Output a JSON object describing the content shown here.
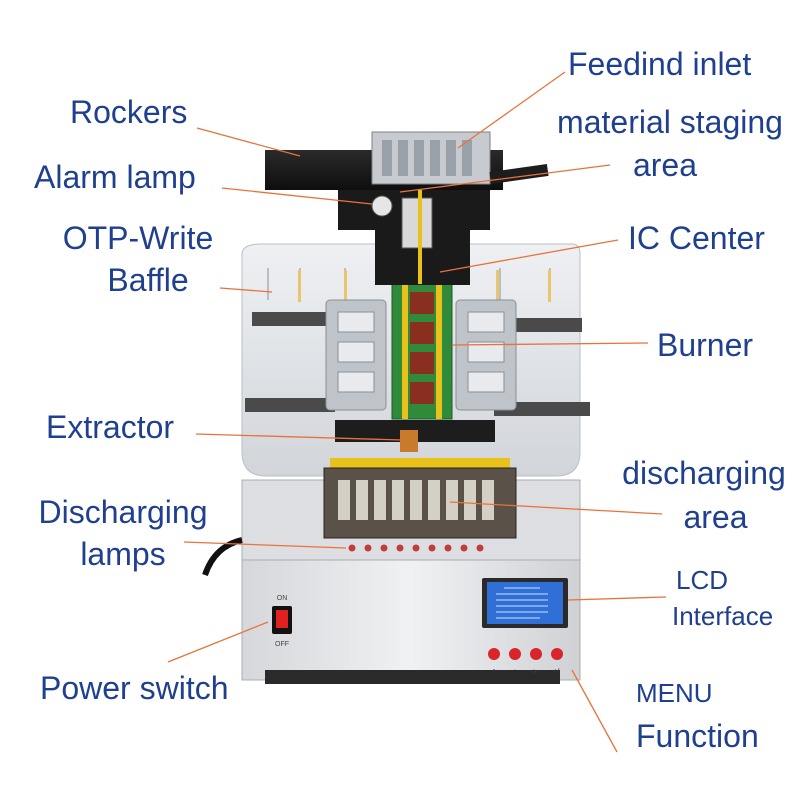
{
  "labels": {
    "feeding_inlet": "Feedind inlet",
    "rockers": "Rockers",
    "material_staging_1": "material staging",
    "material_staging_2": "area",
    "alarm_lamp": "Alarm lamp",
    "otp_write_1": "OTP-Write",
    "otp_write_2": "Baffle",
    "ic_center": "IC Center",
    "burner": "Burner",
    "extractor": "Extractor",
    "discharging_area_1": "discharging",
    "discharging_area_2": "area",
    "discharging_lamps_1": "Discharging",
    "discharging_lamps_2": "lamps",
    "lcd_interface_1": "LCD",
    "lcd_interface_2": "Interface",
    "power_switch": "Power switch",
    "menu_function_1": "MENU",
    "menu_function_2": "Function"
  },
  "device": {
    "switch_on": "ON",
    "switch_off": "OFF"
  },
  "colors": {
    "label_text": "#1f3f8f",
    "leader_line": "#e8733a",
    "chassis": "#e6e7ea",
    "plexiglass": "#d9dde2",
    "pcb_green": "#2f8a3a",
    "yellow_rail": "#e8c21a",
    "lcd_blue": "#2f6fd6",
    "button_red": "#d8242a"
  }
}
